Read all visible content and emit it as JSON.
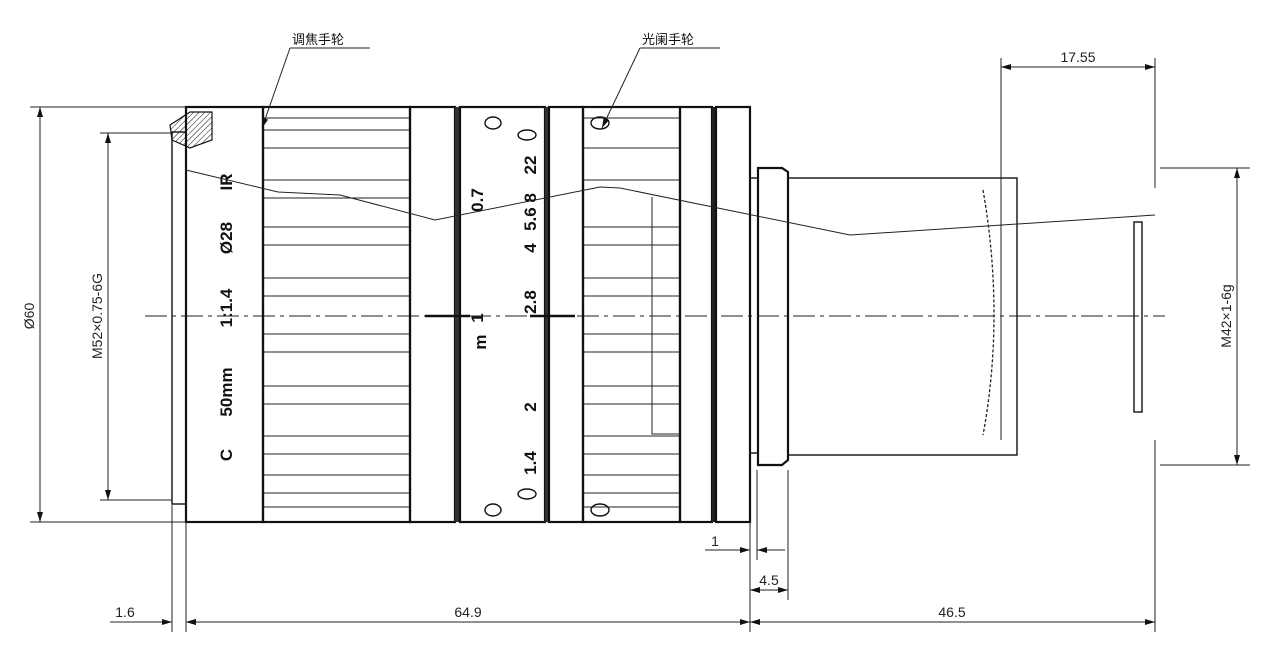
{
  "labels": {
    "focus_ring": "调焦手轮",
    "iris_ring": "光阑手轮"
  },
  "dimensions": {
    "outer_diameter": "Ø60",
    "filter_thread": "M52×0.75-6G",
    "mount_thread": "M42×1-6g",
    "front_offset": "1.6",
    "body_length": "64.9",
    "flange_distance": "46.5",
    "back_focus": "17.55",
    "flange_gap": "1",
    "flange_thickness": "4.5"
  },
  "engraving": {
    "mount": "C",
    "focal_length": "50mm",
    "aperture": "1:1.4",
    "filter": "Ø28",
    "ir": "IR"
  },
  "distance_scale": [
    "0.7",
    "1",
    "m"
  ],
  "aperture_scale": [
    "22",
    "5.6 8",
    "4",
    "2.8",
    "2",
    "1.4"
  ]
}
